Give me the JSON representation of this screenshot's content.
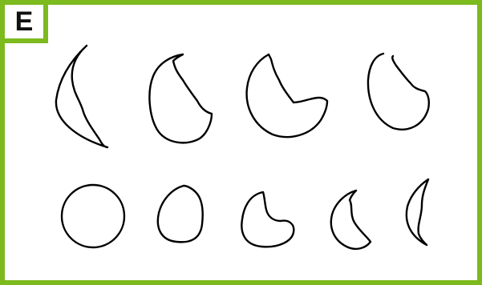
{
  "panel": {
    "label": "E",
    "border_color": "#7cba1e"
  },
  "rows": [
    {
      "name": "top-row",
      "shapes": [
        "crescent-thin",
        "crescent-medium",
        "crescent-notched",
        "circle-bitten"
      ]
    },
    {
      "name": "bottom-row",
      "shapes": [
        "full-circle",
        "rounded-blob",
        "bitten-blob",
        "wavy-crescent",
        "thin-wavy-crescent"
      ]
    }
  ]
}
